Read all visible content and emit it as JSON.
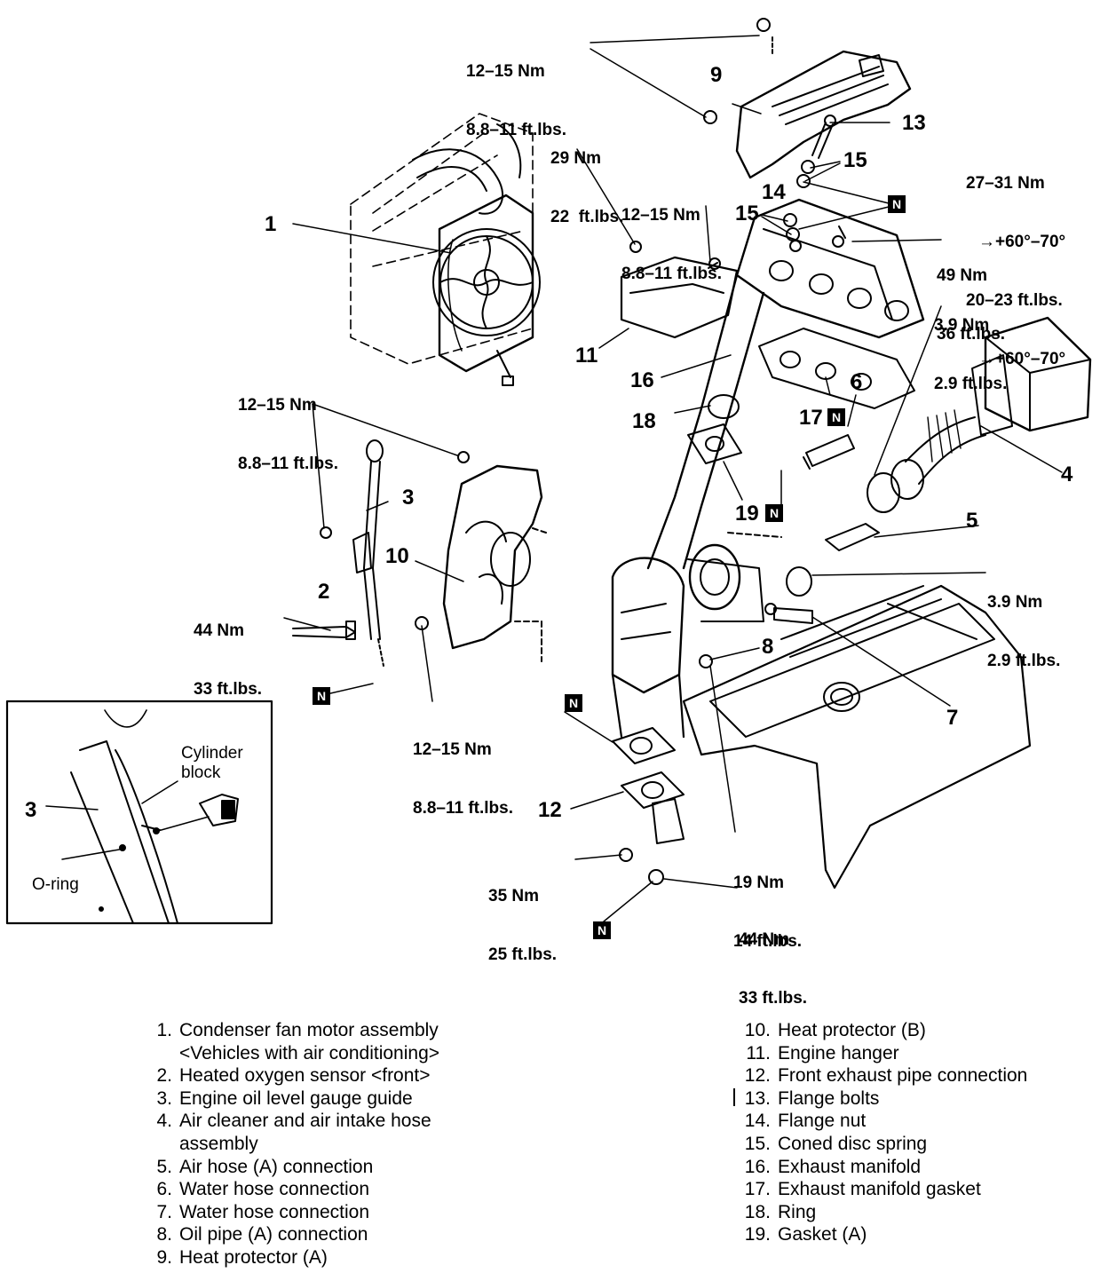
{
  "torques": [
    {
      "id": "t1",
      "nm": "12–15 Nm",
      "ft": "8.8–11 ft.lbs."
    },
    {
      "id": "t2",
      "nm": "29 Nm",
      "ft": "22  ft.lbs."
    },
    {
      "id": "t3",
      "nm": "12–15 Nm",
      "ft": "8.8–11 ft.lbs."
    },
    {
      "id": "t4",
      "nm": "27–31 Nm",
      "ft": "→+60°–70°",
      "ft2": "20–23 ft.lbs.",
      "ft3": "→+60°–70°"
    },
    {
      "id": "t5",
      "nm": "49 Nm",
      "ft": "36 ft.lbs."
    },
    {
      "id": "t6",
      "nm": "3.9 Nm",
      "ft": "2.9 ft.lbs."
    },
    {
      "id": "t7",
      "nm": "12–15 Nm",
      "ft": "8.8–11 ft.lbs."
    },
    {
      "id": "t8",
      "nm": "44 Nm",
      "ft": "33 ft.lbs."
    },
    {
      "id": "t9",
      "nm": "3.9 Nm",
      "ft": "2.9 ft.lbs."
    },
    {
      "id": "t10",
      "nm": "12–15 Nm",
      "ft": "8.8–11 ft.lbs."
    },
    {
      "id": "t11",
      "nm": "19 Nm",
      "ft": "14 ft.lbs."
    },
    {
      "id": "t12",
      "nm": "35 Nm",
      "ft": "25 ft.lbs."
    },
    {
      "id": "t13",
      "nm": "44 Nm",
      "ft": "33 ft.lbs."
    }
  ],
  "callouts": [
    "1",
    "2",
    "3",
    "4",
    "5",
    "6",
    "7",
    "8",
    "9",
    "10",
    "11",
    "12",
    "13",
    "14",
    "15",
    "15",
    "16",
    "17",
    "18",
    "19"
  ],
  "n_marker": "N",
  "inset": {
    "callout": "3",
    "block_label_1": "Cylinder",
    "block_label_2": "block",
    "oring_label": "O-ring"
  },
  "legend_left": [
    {
      "num": "1.",
      "text": "Condenser fan motor assembly",
      "sub": "<Vehicles with air conditioning>"
    },
    {
      "num": "2.",
      "text": "Heated oxygen sensor <front>"
    },
    {
      "num": "3.",
      "text": "Engine oil level gauge guide"
    },
    {
      "num": "4.",
      "text": "Air cleaner and air intake hose",
      "sub": "assembly"
    },
    {
      "num": "5.",
      "text": "Air hose (A) connection"
    },
    {
      "num": "6.",
      "text": "Water hose connection"
    },
    {
      "num": "7.",
      "text": "Water hose connection"
    },
    {
      "num": "8.",
      "text": "Oil pipe (A) connection"
    },
    {
      "num": "9.",
      "text": "Heat protector (A)"
    }
  ],
  "legend_right": [
    {
      "num": "10.",
      "text": "Heat protector (B)"
    },
    {
      "num": "11.",
      "text": "Engine hanger"
    },
    {
      "num": "12.",
      "text": "Front exhaust pipe connection"
    },
    {
      "num": "13.",
      "text": "Flange bolts"
    },
    {
      "num": "14.",
      "text": "Flange nut"
    },
    {
      "num": "15.",
      "text": "Coned disc spring"
    },
    {
      "num": "16.",
      "text": "Exhaust manifold"
    },
    {
      "num": "17.",
      "text": "Exhaust manifold gasket"
    },
    {
      "num": "18.",
      "text": "Ring"
    },
    {
      "num": "19.",
      "text": "Gasket (A)"
    }
  ]
}
